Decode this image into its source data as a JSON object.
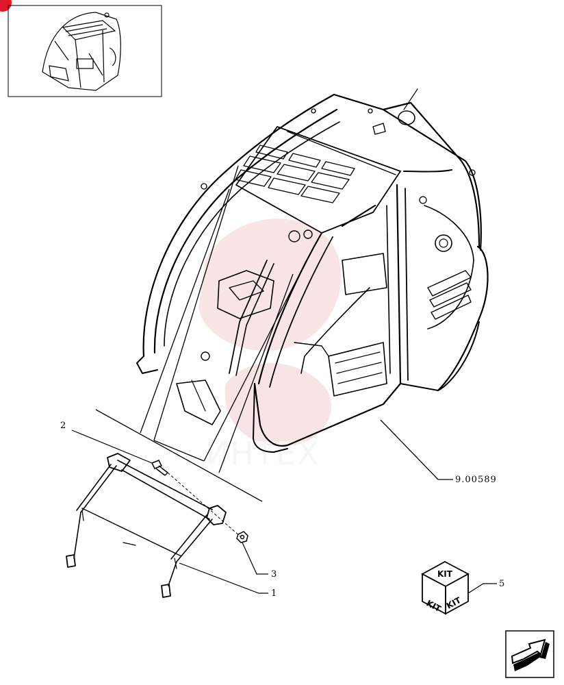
{
  "callouts": {
    "item1": "1",
    "item2": "2",
    "item3": "3",
    "item5": "5",
    "ref_main": "9.00589"
  },
  "kit": {
    "face_top": "KIT",
    "face_left": "KIT",
    "face_right": "KIT"
  },
  "watermark": {
    "text": "ИНТЕХ"
  },
  "icons": {
    "nav": "arrow-next-page-icon",
    "thumbnail": "cab-thumbnail-icon",
    "kit": "kit-box-icon"
  },
  "colors": {
    "line": "#000000",
    "watermark": "#e48a8a",
    "badge": "#e0182d"
  }
}
